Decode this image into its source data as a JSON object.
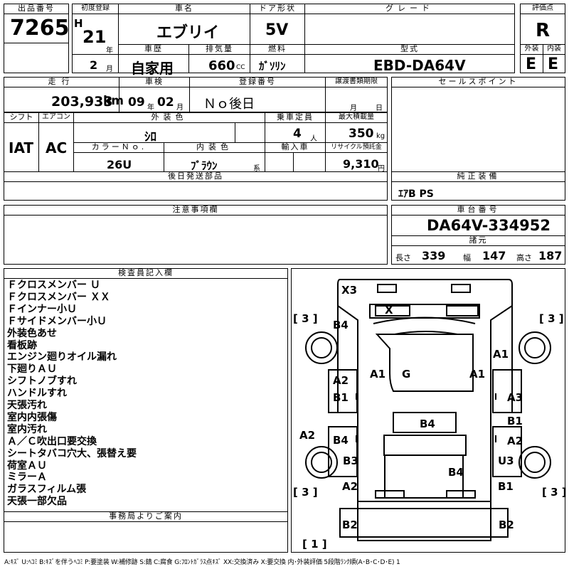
{
  "header": {
    "lot_label": "出品番号",
    "lot_number": "7265",
    "first_reg_label": "初度登録",
    "era": "H",
    "year": "21",
    "year_unit": "年",
    "month": "2",
    "month_unit": "月",
    "name_label": "車名",
    "name": "エブリイ",
    "door_label": "ドア形状",
    "door": "5V",
    "grade_label": "グレード",
    "grade": "",
    "score_label": "評価点",
    "score": "R",
    "history_label": "車歴",
    "history": "自家用",
    "displacement_label": "排気量",
    "displacement": "660",
    "displacement_unit": "CC",
    "fuel_label": "燃料",
    "fuel": "ｶﾞｿﾘﾝ",
    "model_label": "型式",
    "model": "EBD-DA64V",
    "exterior_label": "外装",
    "exterior": "E",
    "interior_label": "内装",
    "interior": "E"
  },
  "row2": {
    "mileage_label": "走行",
    "mileage": "203,933",
    "mileage_unit": "km",
    "inspection_label": "車検",
    "insp_year": "09",
    "insp_year_unit": "年",
    "insp_month": "02",
    "insp_month_unit": "月",
    "reg_no_label": "登録番号",
    "reg_no": "Ｎｏ後日",
    "transfer_label": "譲渡書類期限",
    "transfer_month_unit": "月",
    "transfer_day_unit": "日",
    "sales_label": "セールスポイント"
  },
  "row3": {
    "shift_label": "シフト",
    "shift": "IAT",
    "ac_label": "エアコン",
    "ac": "AC",
    "color_label": "外装色",
    "color": "ｼﾛ",
    "capacity_label": "乗車定員",
    "capacity": "4",
    "capacity_unit": "人",
    "load_label": "最大積載量",
    "load": "350",
    "load_unit": "kg",
    "color_no_label": "カラーＮｏ.",
    "color_no": "26U",
    "int_color_label": "内装色",
    "int_color": "ﾌﾞﾗｳﾝ",
    "int_color_unit": "系",
    "import_label": "輸入車",
    "recycle_label": "リサイクル預託金",
    "recycle": "9,310",
    "recycle_unit": "円"
  },
  "later_parts_label": "後日発送部品",
  "equipment_label": "純正装備",
  "equipment": "ｴｱB PS",
  "caution_label": "注意事項欄",
  "chassis_label": "車台番号",
  "chassis": "DA64V-334952",
  "dims": {
    "label": "諸元",
    "length_label": "長さ",
    "length": "339",
    "width_label": "幅",
    "width": "147",
    "height_label": "高さ",
    "height": "187"
  },
  "inspector_label": "検査員記入欄",
  "inspector_notes": [
    "Ｆクロスメンバー Ｕ",
    "Ｆクロスメンバー ＸＸ",
    "Ｆインナー小Ｕ",
    "Ｆサイドメンバー小Ｕ",
    "外装色あせ",
    "看板跡",
    "エンジン廻りオイル漏れ",
    "下廻りＡＵ",
    "シフトノブすれ",
    "ハンドルすれ",
    "天張汚れ",
    "室内内張傷",
    "室内汚れ",
    "Ａ／Ｃ吹出口要交換",
    "シートタバコ穴大、張替え要",
    "荷室ＡＵ",
    "ミラーＡ",
    "ガラスフィルム張",
    "天張一部欠品"
  ],
  "office_label": "事務局よりご案内",
  "diagram_marks": [
    "X3",
    "X",
    "B4",
    "A1",
    "A1",
    "G",
    "A1",
    "A2",
    "B1",
    "A3",
    "A2",
    "B4",
    "B4",
    "B1",
    "A2",
    "B3",
    "B4",
    "U3",
    "A2",
    "B1",
    "B2",
    "B2"
  ],
  "bracket_marks": [
    "[ 3 ]",
    "[ 3 ]",
    "[ 3 ]",
    "[ 3 ]",
    "[ 1 ]"
  ],
  "legend": "A:ｷｽﾞ U:ﾍｺﾐ B:ｷｽﾞを伴うﾍｺﾐ P:要塗装 W:補修跡 S:錆 C:腐食 G:ﾌﾛﾝﾄｶﾞﾗｽ点ｷｽﾞ XX:交換済み X:要交換 内･外装評価 5段階ﾗﾝｸ順(A･B･C･D･E) 1"
}
